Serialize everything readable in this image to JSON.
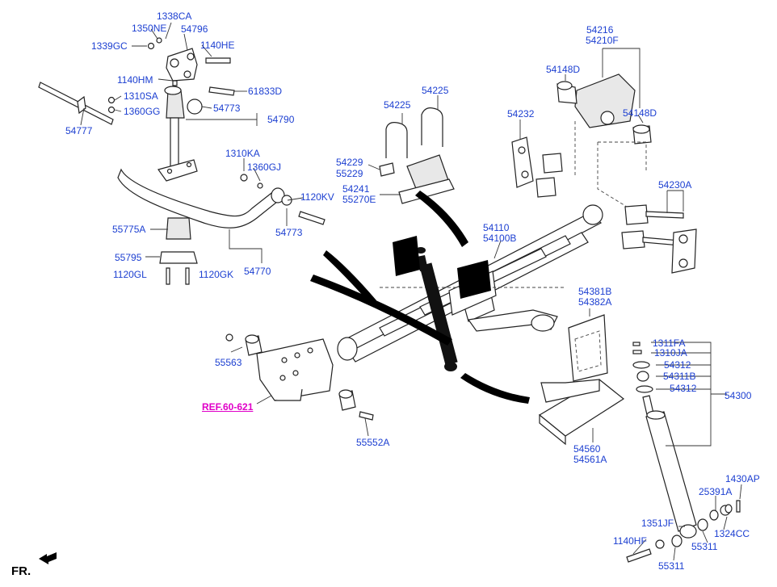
{
  "colors": {
    "label": "#1c3fd1",
    "reference": "#e000c8",
    "line": "#333333"
  },
  "direction_label": "FR.",
  "reference_label": "REF.60-621",
  "part_labels": [
    "1338CA",
    "1350NE",
    "54796",
    "1339GC",
    "1140HE",
    "1140HM",
    "61833D",
    "1310SA",
    "54773",
    "1360GG",
    "54790",
    "54777",
    "1310KA",
    "1360GJ",
    "1120KV",
    "55775A",
    "54773",
    "55795",
    "54770",
    "1120GL",
    "1120GK",
    "54225",
    "54225",
    "54229",
    "55229",
    "54241",
    "55270E",
    "54216",
    "54210F",
    "54148D",
    "54148D",
    "54232",
    "54230A",
    "54110",
    "54100B",
    "54381B",
    "54382A",
    "1311FA",
    "1310JA",
    "54312",
    "54311B",
    "54312",
    "54300",
    "55563",
    "55552A",
    "54560",
    "54561A",
    "1430AP",
    "25391A",
    "1351JF",
    "1324CC",
    "1140HF",
    "55311",
    "55311"
  ]
}
